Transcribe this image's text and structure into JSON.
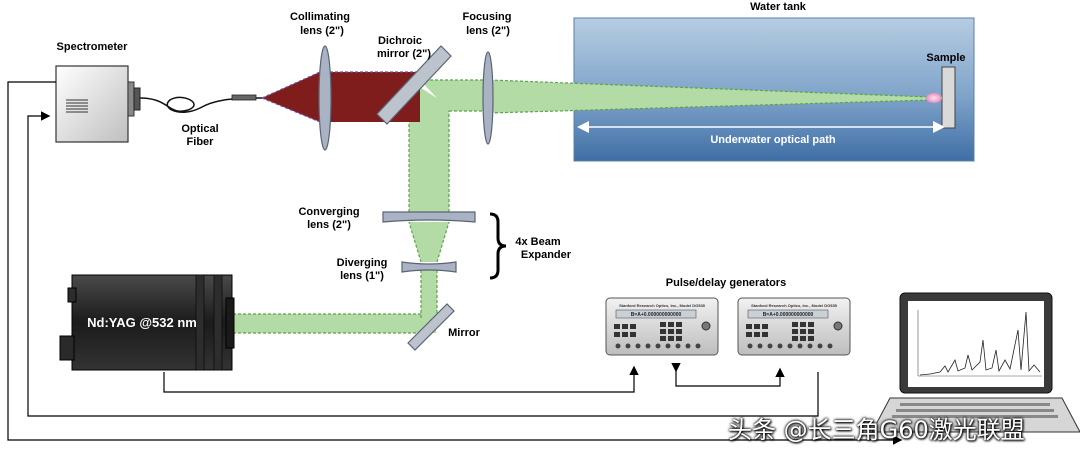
{
  "labels": {
    "spectrometer": "Spectrometer",
    "collimating_1": "Collimating",
    "collimating_2": "lens (2\")",
    "dichroic_1": "Dichroic",
    "dichroic_2": "mirror (2\")",
    "focusing_1": "Focusing",
    "focusing_2": "lens (2\")",
    "water_tank": "Water tank",
    "sample": "Sample",
    "optical_1": "Optical",
    "optical_2": "Fiber",
    "path": "Underwater optical path",
    "converging_1": "Converging",
    "converging_2": "lens (2\")",
    "diverging_1": "Diverging",
    "diverging_2": "lens (1\")",
    "expander_1": "4x Beam",
    "expander_2": "Expander",
    "laser": "Nd:YAG @532 nm",
    "mirror": "Mirror",
    "pulse": "Pulse/delay generators",
    "gen_header_1": "Stanford Research Optics, Inc., Model DG535",
    "gen_header_2": "Stanford Research Optics, Inc., Model DG535",
    "gen_display_1": "B=A+0.000000000000",
    "gen_display_2": "B=A+0.000000000000"
  },
  "watermark": "头条 @长三角G60激光联盟",
  "colors": {
    "beam_green": "#b3dba5",
    "beam_red": "#7f1d1d",
    "tank_top": "#a8c3dc",
    "tank_bottom": "#3f6ea6",
    "laser_body": "#1e1e1e"
  }
}
